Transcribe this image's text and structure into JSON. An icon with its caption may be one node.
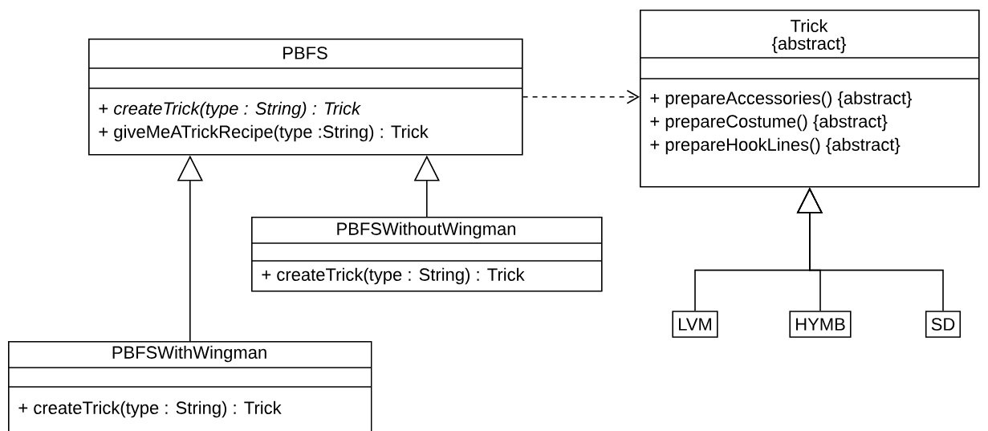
{
  "diagram": {
    "nodes": [
      {
        "text": [
          "PBFS",
          "+ *createTrick(type : String) : Trick*",
          "+ giveMeATrickRecipe(type :String) : Trick"
        ]
      },
      {
        "text": [
          "Trick",
          "{abstract}",
          "+ prepareAccessories() {abstract}",
          "+ prepareCostume() {abstract}",
          "+ prepareHookLines() {abstract}"
        ]
      },
      {
        "text": [
          "PBFSWithoutWingman",
          "+ createTrick(type : String) : Trick"
        ]
      },
      {
        "text": [
          "LVM"
        ]
      },
      {
        "text": [
          "HYMB"
        ]
      },
      {
        "text": [
          "SD"
        ]
      },
      {
        "text": [
          "PBFSWithWingman",
          "+ createTrick(type : String) : Trick"
        ]
      }
    ],
    "edges": [
      {
        "from": 0,
        "to": 1,
        "arrow": "to",
        "style": "dashed"
      },
      {
        "from": 2,
        "to": 0,
        "arrow": "to"
      },
      {
        "from": 6,
        "to": 0,
        "arrow": "to"
      },
      {
        "from": 3,
        "to": 1,
        "arrow": "to"
      },
      {
        "from": 4,
        "to": 1,
        "arrow": "to"
      },
      {
        "from": 5,
        "to": 1,
        "arrow": "to"
      }
    ]
  }
}
